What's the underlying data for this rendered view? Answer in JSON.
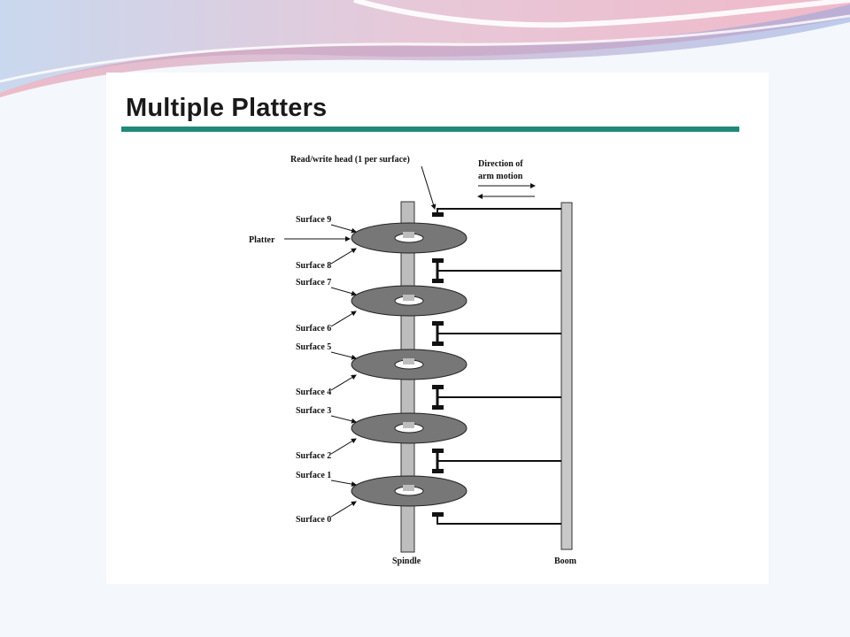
{
  "title": "Multiple Platters",
  "labels": {
    "head": "Read/write head (1 per surface)",
    "direction_line1": "Direction of",
    "direction_line2": "arm motion",
    "platter": "Platter",
    "spindle": "Spindle",
    "boom": "Boom"
  },
  "surfaces": [
    "Surface 9",
    "Surface 8",
    "Surface 7",
    "Surface 6",
    "Surface 5",
    "Surface 4",
    "Surface 3",
    "Surface 2",
    "Surface 1",
    "Surface 0"
  ],
  "colors": {
    "title_rule": "#1f8a78",
    "platter": "#777777",
    "spindle": "#bdbdbd",
    "boom": "#c8c8c8",
    "background": "#f4f7fb"
  }
}
